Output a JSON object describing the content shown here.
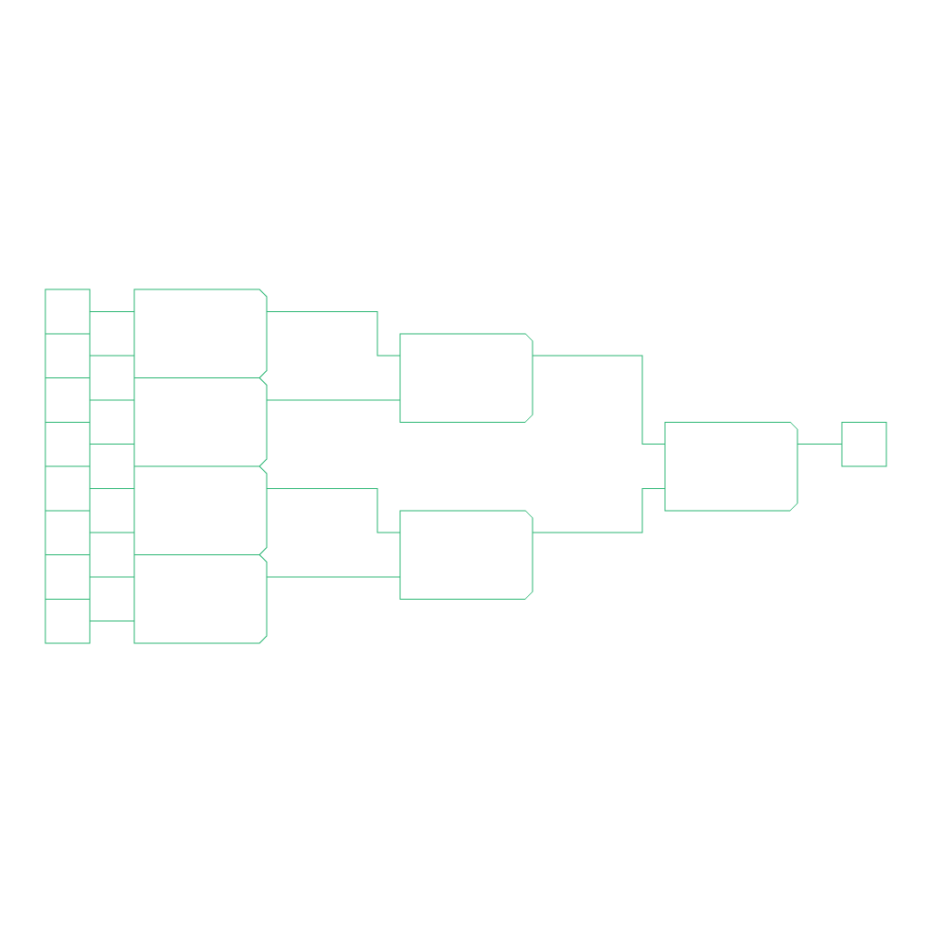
{
  "diagram": {
    "kind": "bracket-tree",
    "stroke_color": "#2bb673",
    "background_color": "#ffffff",
    "leaf_count": 8,
    "stages": [
      {
        "stage": 0,
        "node_count": 8,
        "node_shape": "rectangle",
        "label": ""
      },
      {
        "stage": 1,
        "node_count": 4,
        "node_shape": "notched-block",
        "label": ""
      },
      {
        "stage": 2,
        "node_count": 2,
        "node_shape": "notched-block",
        "label": ""
      },
      {
        "stage": 3,
        "node_count": 1,
        "node_shape": "notched-block",
        "label": ""
      },
      {
        "stage": 4,
        "node_count": 1,
        "node_shape": "rectangle",
        "label": ""
      }
    ],
    "labels": []
  }
}
